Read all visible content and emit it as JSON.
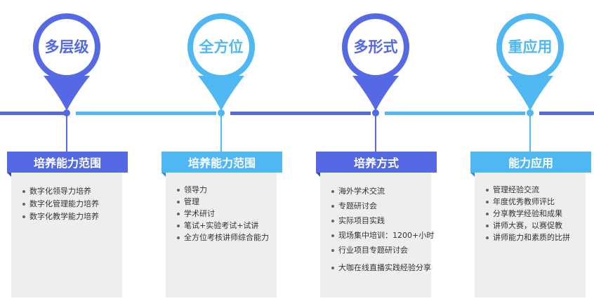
{
  "colors": {
    "dark": "#5569e4",
    "light": "#4fb8f3",
    "card_bg": "#eeeeee"
  },
  "pins": [
    {
      "label": "多层级",
      "tone": "dark"
    },
    {
      "label": "全方位",
      "tone": "light"
    },
    {
      "label": "多形式",
      "tone": "dark"
    },
    {
      "label": "重应用",
      "tone": "light"
    }
  ],
  "cards": [
    {
      "title": "培养能力范围",
      "tone": "dark",
      "items": [
        "数字化领导力培养",
        "数字化管理能力培养",
        "数字化教学能力培养"
      ]
    },
    {
      "title": "培养能力范围",
      "tone": "light",
      "items": [
        "领导力",
        "管理",
        "学术研讨",
        "笔试+实验考试+试讲",
        "全方位考核讲师综合能力"
      ]
    },
    {
      "title": "培养方式",
      "tone": "dark",
      "items": [
        "海外学术交流",
        "专题研讨会",
        "实际项目实践",
        "现场集中培训：1200+小时",
        "行业项目专题研讨会",
        "大咖在线直播实践经验分享"
      ]
    },
    {
      "title": "能力应用",
      "tone": "light",
      "items": [
        "管理经验交流",
        "年度优秀教师评比",
        "分享教学经验和成果",
        "讲师大赛，以赛促教",
        "讲师能力和素质的比拼"
      ]
    }
  ]
}
